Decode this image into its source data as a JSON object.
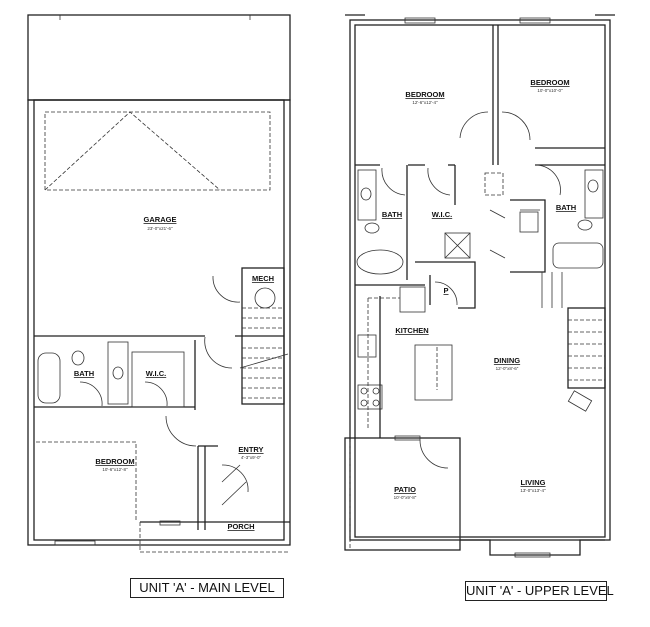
{
  "main_level": {
    "caption": "UNIT 'A' - MAIN LEVEL",
    "rooms": [
      {
        "name": "GARAGE",
        "size": "23'-0\"x21'-6\""
      },
      {
        "name": "MECH",
        "size": ""
      },
      {
        "name": "BATH",
        "size": ""
      },
      {
        "name": "W.I.C.",
        "size": ""
      },
      {
        "name": "BEDROOM",
        "size": "10'-6\"x12'-8\""
      },
      {
        "name": "ENTRY",
        "size": "4'-3\"x9'-0\""
      },
      {
        "name": "PORCH",
        "size": ""
      }
    ]
  },
  "upper_level": {
    "caption": "UNIT 'A' - UPPER LEVEL",
    "rooms": [
      {
        "name": "BEDROOM",
        "size": "12'-6\"x12'-4\""
      },
      {
        "name": "BEDROOM",
        "size": "10'-0\"x10'-0\""
      },
      {
        "name": "BATH",
        "size": ""
      },
      {
        "name": "W.I.C.",
        "size": ""
      },
      {
        "name": "BATH",
        "size": ""
      },
      {
        "name": "P",
        "size": ""
      },
      {
        "name": "KITCHEN",
        "size": ""
      },
      {
        "name": "DINING",
        "size": "12'-0\"x8'-6\""
      },
      {
        "name": "PATIO",
        "size": "10'-0\"x9'-8\""
      },
      {
        "name": "LIVING",
        "size": "13'-0\"x13'-4\""
      }
    ]
  }
}
